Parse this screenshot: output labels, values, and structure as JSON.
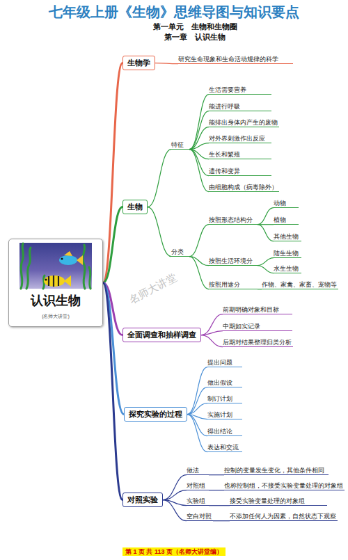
{
  "diagram": {
    "title": "七年级上册《生物》思维导图与知识要点",
    "nodes": [
      {
        "text": [
          "认识生物",
          "(名师大讲堂)"
        ]
      },
      {
        "text": [
          "生物学"
        ]
      },
      {
        "text": [
          "研究生命现象和生命活动规律的科学"
        ]
      },
      {
        "text": [
          "生物"
        ]
      },
      {
        "text": [
          "特征"
        ]
      },
      {
        "text": [
          "生活需要营养"
        ]
      },
      {
        "text": [
          "能进行呼吸"
        ]
      },
      {
        "text": [
          "能排出身体内产生的废物"
        ]
      },
      {
        "text": [
          "对外界刺激作出反应"
        ]
      },
      {
        "text": [
          "生长和繁殖"
        ]
      },
      {
        "text": [
          "遗传和变异"
        ]
      },
      {
        "text": [
          "由细胞构成（病毒除外）"
        ]
      },
      {
        "text": [
          "分类"
        ]
      },
      {
        "text": [
          "按照形态结构分"
        ]
      },
      {
        "text": [
          "动物"
        ]
      },
      {
        "text": [
          "植物"
        ]
      },
      {
        "text": [
          "其他生物"
        ]
      },
      {
        "text": [
          "按照生活环境分"
        ]
      },
      {
        "text": [
          "陆生生物"
        ]
      },
      {
        "text": [
          "水生生物"
        ]
      },
      {
        "text": [
          "按照用途分"
        ]
      },
      {
        "text": [
          "作物、家禽、家畜、宠物等"
        ]
      },
      {
        "text": [
          "全面调查和抽样调查"
        ]
      },
      {
        "text": [
          "前期明确对象和目标"
        ]
      },
      {
        "text": [
          "中期如实记录"
        ]
      },
      {
        "text": [
          "后期对结果整理归类分析"
        ]
      },
      {
        "text": [
          "探究实验的过程"
        ]
      },
      {
        "text": [
          "提出问题"
        ]
      },
      {
        "text": [
          "做出假设"
        ]
      },
      {
        "text": [
          "制订计划"
        ]
      },
      {
        "text": [
          "实施计划"
        ]
      },
      {
        "text": [
          "得出结论"
        ]
      },
      {
        "text": [
          "表达和交流"
        ]
      },
      {
        "text": [
          "对照实验"
        ]
      },
      {
        "text": [
          "做法"
        ]
      },
      {
        "text": [
          "控制的变量发生变化，其他条件相同"
        ]
      },
      {
        "text": [
          "对照组"
        ]
      },
      {
        "text": [
          "也称控制组，不接受实验变量处理的对象组"
        ]
      },
      {
        "text": [
          "实验组"
        ]
      },
      {
        "text": [
          "接受实验变量处理的对象组"
        ]
      },
      {
        "text": [
          "空白对照"
        ]
      },
      {
        "text": [
          "不添加任何人为因素，自然状态下观察"
        ]
      }
    ],
    "edges": [
      {
        "from": 0,
        "to": 1,
        "arrow": "none"
      },
      {
        "from": 1,
        "to": 2,
        "arrow": "none"
      },
      {
        "from": 0,
        "to": 3,
        "arrow": "none"
      },
      {
        "from": 3,
        "to": 4,
        "arrow": "none"
      },
      {
        "from": 4,
        "to": 5,
        "arrow": "none"
      },
      {
        "from": 4,
        "to": 6,
        "arrow": "none"
      },
      {
        "from": 4,
        "to": 7,
        "arrow": "none"
      },
      {
        "from": 4,
        "to": 8,
        "arrow": "none"
      },
      {
        "from": 4,
        "to": 9,
        "arrow": "none"
      },
      {
        "from": 4,
        "to": 10,
        "arrow": "none"
      },
      {
        "from": 4,
        "to": 11,
        "arrow": "none"
      },
      {
        "from": 3,
        "to": 12,
        "arrow": "none"
      },
      {
        "from": 12,
        "to": 13,
        "arrow": "none"
      },
      {
        "from": 13,
        "to": 14,
        "arrow": "none"
      },
      {
        "from": 13,
        "to": 15,
        "arrow": "none"
      },
      {
        "from": 13,
        "to": 16,
        "arrow": "none"
      },
      {
        "from": 12,
        "to": 17,
        "arrow": "none"
      },
      {
        "from": 17,
        "to": 18,
        "arrow": "none"
      },
      {
        "from": 17,
        "to": 19,
        "arrow": "none"
      },
      {
        "from": 12,
        "to": 20,
        "arrow": "none"
      },
      {
        "from": 20,
        "to": 21,
        "arrow": "none"
      },
      {
        "from": 0,
        "to": 22,
        "arrow": "none"
      },
      {
        "from": 22,
        "to": 23,
        "arrow": "none"
      },
      {
        "from": 22,
        "to": 24,
        "arrow": "none"
      },
      {
        "from": 22,
        "to": 25,
        "arrow": "none"
      },
      {
        "from": 0,
        "to": 26,
        "arrow": "none"
      },
      {
        "from": 26,
        "to": 27,
        "arrow": "none"
      },
      {
        "from": 26,
        "to": 28,
        "arrow": "none"
      },
      {
        "from": 26,
        "to": 29,
        "arrow": "none"
      },
      {
        "from": 26,
        "to": 30,
        "arrow": "none"
      },
      {
        "from": 26,
        "to": 31,
        "arrow": "none"
      },
      {
        "from": 26,
        "to": 32,
        "arrow": "none"
      },
      {
        "from": 0,
        "to": 33,
        "arrow": "none"
      },
      {
        "from": 33,
        "to": 34,
        "arrow": "none"
      },
      {
        "from": 34,
        "to": 35,
        "arrow": "none"
      },
      {
        "from": 33,
        "to": 36,
        "arrow": "none"
      },
      {
        "from": 36,
        "to": 37,
        "arrow": "none"
      },
      {
        "from": 33,
        "to": 38,
        "arrow": "none"
      },
      {
        "from": 38,
        "to": 39,
        "arrow": "none"
      },
      {
        "from": 33,
        "to": 40,
        "arrow": "none"
      },
      {
        "from": 40,
        "to": 41,
        "arrow": "none"
      }
    ],
    "labels": [
      "第一单元　生物和生物圈",
      "第一章　认识生物",
      "名师大讲堂",
      "第 1 页 共 113 页（名师大讲堂编）"
    ]
  }
}
